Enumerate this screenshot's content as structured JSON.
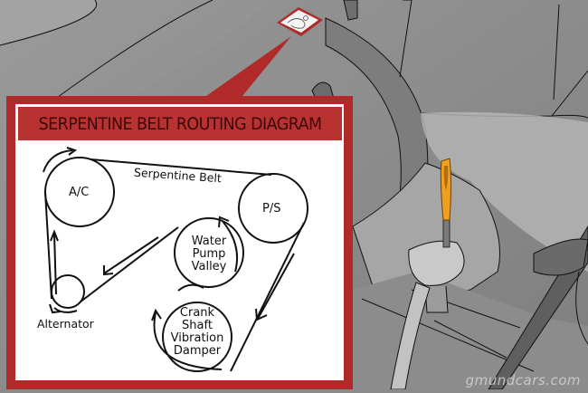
{
  "diagram": {
    "title": "SERPENTINE BELT ROUTING DIAGRAM",
    "belt_label": "Serpentine Belt",
    "pulleys": [
      {
        "id": "ac",
        "label": "A/C"
      },
      {
        "id": "ps",
        "label": "P/S"
      },
      {
        "id": "water_pump",
        "label_lines": [
          "Water",
          "Pump",
          "Valley"
        ]
      },
      {
        "id": "alternator",
        "label": "Alternator"
      },
      {
        "id": "crankshaft",
        "label_lines": [
          "Crank",
          "Shaft",
          "Vibration",
          "Damper"
        ]
      }
    ],
    "colors": {
      "frame_red": "#b02a2a",
      "title_red": "#b83232",
      "title_text": "#3a0808",
      "dipstick_orange": "#f0a020",
      "background_gray": "#8a8a8a"
    }
  },
  "scene": {
    "callout_sticker": "engine-diagram-sticker",
    "highlighted_part": "oil dipstick"
  },
  "watermark": "gmundcars.com"
}
